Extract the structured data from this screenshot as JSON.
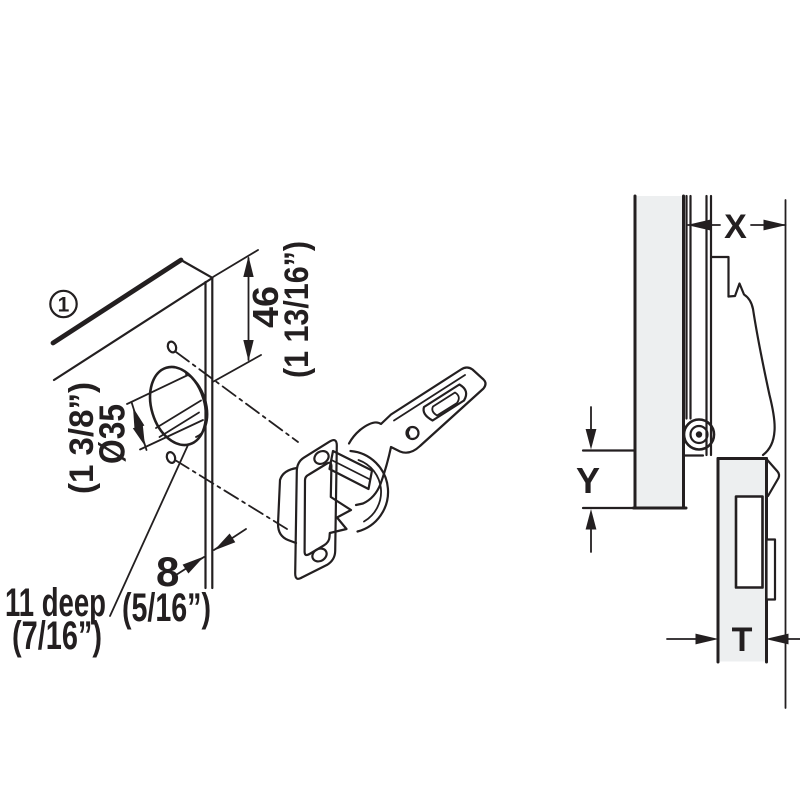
{
  "figure": {
    "marker": "1",
    "front_view": {
      "dim_46": "46",
      "dim_46_inch": "(1 13/16”)",
      "dim_d35": "Ø35",
      "dim_d35_inch": "(1 3/8”)",
      "dim_8": "8",
      "dim_8_inch": "(5/16”)",
      "dim_depth": "11 deep",
      "dim_depth_inch": "(7/16”)"
    },
    "side_view": {
      "dim_x": "X",
      "dim_y": "Y",
      "dim_t": "T"
    },
    "colors": {
      "line": "#231f20",
      "panel_fill": "#edeff0",
      "background": "#ffffff"
    }
  }
}
